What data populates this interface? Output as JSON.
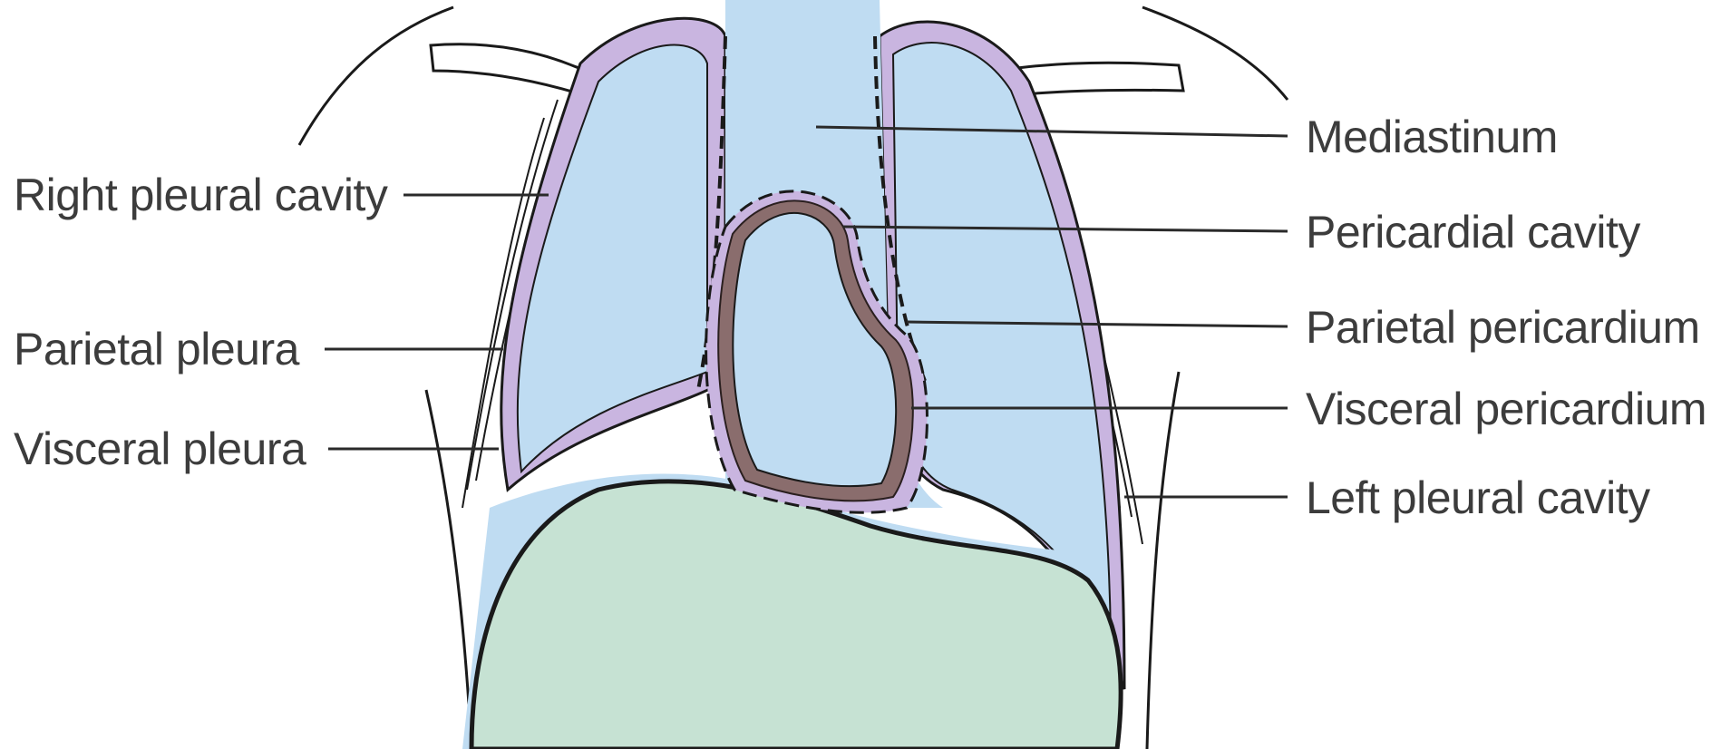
{
  "diagram": {
    "labels": {
      "right_pleural_cavity": "Right pleural cavity",
      "parietal_pleura": "Parietal pleura",
      "visceral_pleura": "Visceral pleura",
      "mediastinum": "Mediastinum",
      "pericardial_cavity": "Pericardial cavity",
      "parietal_pericardium": "Parietal pericardium",
      "visceral_pericardium": "Visceral pericardium",
      "left_pleural_cavity": "Left pleural cavity"
    },
    "colors": {
      "lung_fill": "#bfdcf2",
      "pleura_fill": "#c9b5e0",
      "heart_wall": "#8a6d6d",
      "diaphragm_fill": "#c6e2d3",
      "outline": "#1a1a1a",
      "label_text": "#3c3c3c"
    }
  }
}
